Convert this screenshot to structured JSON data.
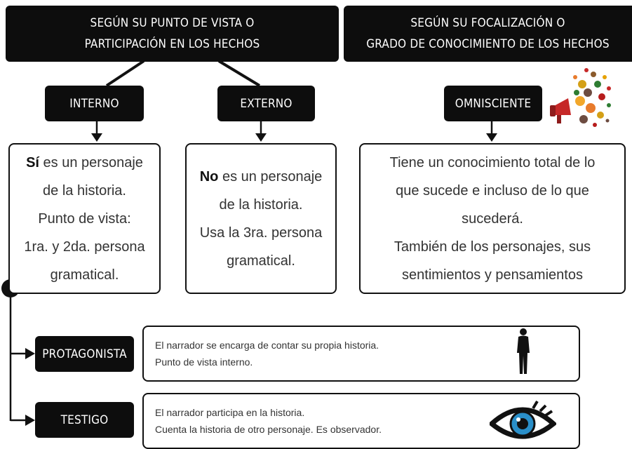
{
  "headers": {
    "left_line1": "SEGÚN SU PUNTO DE VISTA O",
    "left_line2": "PARTICIPACIÓN EN LOS HECHOS",
    "right_line1": "SEGÚN SU FOCALIZACIÓN O",
    "right_line2": "GRADO DE CONOCIMIENTO DE LOS HECHOS"
  },
  "labels": {
    "interno": "INTERNO",
    "externo": "EXTERNO",
    "omnisciente": "OMNISCIENTE",
    "protagonista": "PROTAGONISTA",
    "testigo": "TESTIGO"
  },
  "interno_box": {
    "bold": "Sí",
    "line1_rest": " es un personaje",
    "line2": "de la historia.",
    "line3": "Punto de vista:",
    "line4": "1ra. y 2da. persona",
    "line5": "gramatical."
  },
  "externo_box": {
    "bold": "No",
    "line1_rest": " es un personaje",
    "line2": "de la historia.",
    "line3": "Usa la 3ra. persona",
    "line4": "gramatical."
  },
  "omnisciente_box": {
    "line1": "Tiene un conocimiento total de lo",
    "line2": "que sucede e incluso de lo que",
    "line3": "sucederá.",
    "line4": "También de los personajes, sus",
    "line5": "sentimientos y pensamientos"
  },
  "protagonista_desc": {
    "line1": "El narrador se encarga de contar su propia historia.",
    "line2": "Punto de vista interno."
  },
  "testigo_desc": {
    "line1": "El narrador participa en la historia.",
    "line2": "Cuenta la historia de otro personaje. Es observador."
  },
  "icons": {
    "omnisciente": "megaphone-icon",
    "protagonista": "person-silhouette-icon",
    "testigo": "eye-icon"
  },
  "colors": {
    "box_dark": "#0d0d0d",
    "eye_iris": "#2a8fc9"
  }
}
